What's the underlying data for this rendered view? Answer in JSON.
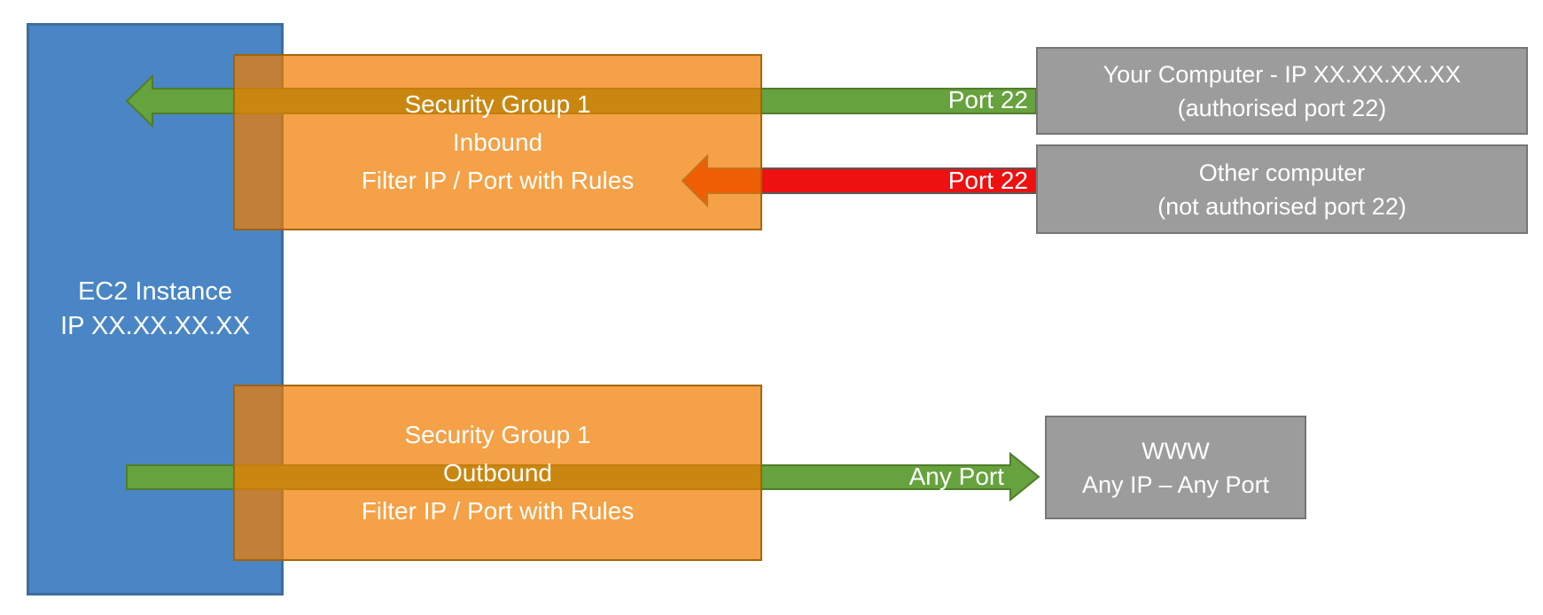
{
  "diagram": {
    "title_implicit": "EC2 Security Group inbound / outbound filtering",
    "ec2": {
      "line1": "EC2 Instance",
      "line2": "IP XX.XX.XX.XX"
    },
    "sg_inbound": {
      "line1": "Security Group 1",
      "line2": "Inbound",
      "line3": "Filter IP / Port with Rules"
    },
    "sg_outbound": {
      "line1": "Security Group 1",
      "line2": "Outbound",
      "line3": "Filter IP / Port with Rules"
    },
    "your_computer": {
      "line1": "Your Computer - IP XX.XX.XX.XX",
      "line2": "(authorised port 22)"
    },
    "other_computer": {
      "line1": "Other computer",
      "line2": "(not authorised port 22)"
    },
    "www": {
      "line1": "WWW",
      "line2": "Any IP – Any Port"
    },
    "arrows": {
      "inbound_allowed_label": "Port 22",
      "inbound_blocked_label": "Port 22",
      "outbound_label": "Any Port"
    },
    "colors": {
      "instance_blue": "#4a86c5",
      "instance_blue_border": "#3f6d9e",
      "security_group_orange": "#f07d00",
      "security_group_border": "#a06105",
      "allowed_green": "#66a23d",
      "allowed_green_border": "#4f7d2a",
      "blocked_red": "#ee1111",
      "blocked_red_border": "#595959",
      "endpoint_gray": "#9c9c9c",
      "endpoint_gray_border": "#767676"
    }
  }
}
